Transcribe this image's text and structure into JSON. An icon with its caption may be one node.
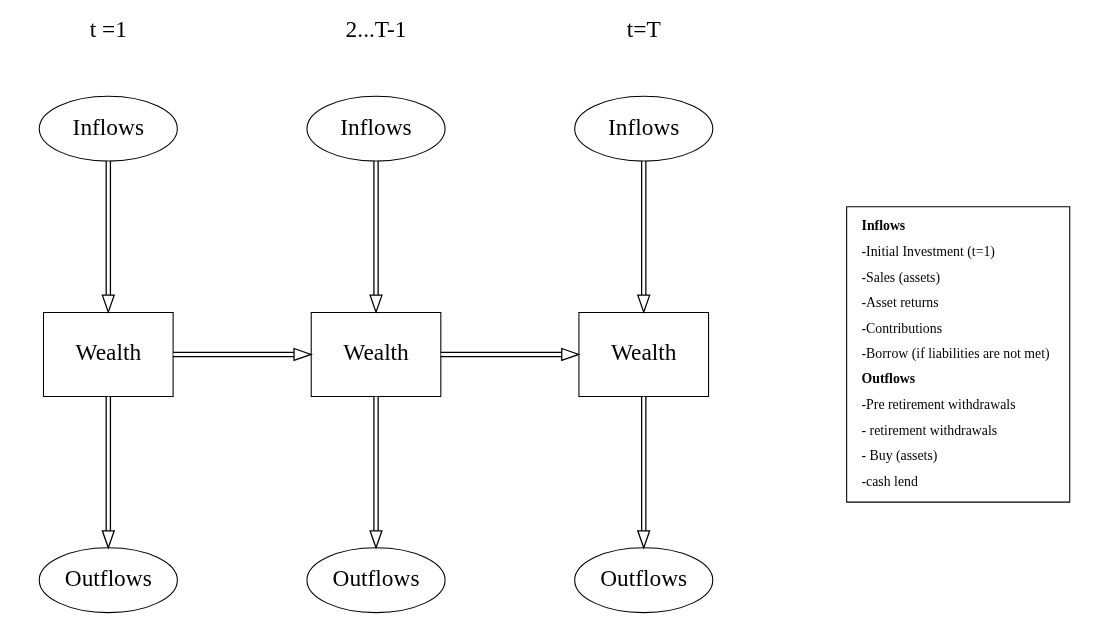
{
  "diagram": {
    "nodes": [
      {
        "text": [
          "Inflows"
        ]
      },
      {
        "text": [
          "Inflows"
        ]
      },
      {
        "text": [
          "Inflows"
        ]
      },
      {
        "text": [
          "Wealth"
        ]
      },
      {
        "text": [
          "Wealth"
        ]
      },
      {
        "text": [
          "Wealth"
        ]
      },
      {
        "text": [
          "Outflows"
        ]
      },
      {
        "text": [
          "Outflows"
        ]
      },
      {
        "text": [
          "Outflows"
        ]
      },
      {
        "text": [
          "Inflows",
          "-Initial Investment (t=1)",
          "-Sales (assets)",
          "-Asset returns",
          "-Contributions",
          "-Borrow (if liabilities are not met)",
          "Outflows",
          "-Pre retirement withdrawals",
          "- retirement withdrawals",
          "- Buy (assets)",
          "-cash lend"
        ]
      }
    ],
    "edges": [
      {
        "from": 0,
        "to": 3,
        "arrow": "to"
      },
      {
        "from": 1,
        "to": 4,
        "arrow": "to"
      },
      {
        "from": 2,
        "to": 5,
        "arrow": "to"
      },
      {
        "from": 3,
        "to": 4,
        "arrow": "to"
      },
      {
        "from": 4,
        "to": 5,
        "arrow": "to"
      },
      {
        "from": 3,
        "to": 6,
        "arrow": "to"
      },
      {
        "from": 4,
        "to": 7,
        "arrow": "to"
      },
      {
        "from": 5,
        "to": 8,
        "arrow": "to"
      }
    ],
    "labels": [
      "t =1",
      "2...T-1",
      "t=T"
    ]
  }
}
